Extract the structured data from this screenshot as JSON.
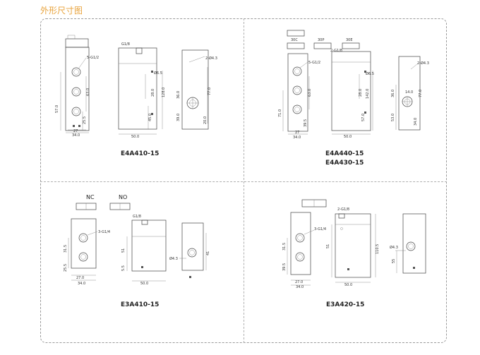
{
  "header": {
    "title": "外形尺寸图"
  },
  "panels": [
    {
      "id": "e4a410",
      "caption": "E4A410-15",
      "dims": {
        "port_label": "5-G1/2",
        "pilot_port": "G1/8",
        "mount_holes": "2-Ø4.3",
        "overall_height": "57.0",
        "port_pitch": "63.0",
        "bottom_offset": "25.5",
        "width_inner": "27",
        "width_outer": "34.0",
        "body_width": "50.0",
        "pitch_a": "28.0",
        "body_length": "128.0",
        "pitch_b": "45.0",
        "hole_dia": "Ø6.5",
        "side_height": "36.0",
        "side_pitch": "39.0",
        "side_depth": "77.0",
        "side_offset": "20.0"
      }
    },
    {
      "id": "e4a440",
      "caption": "E4A440-15",
      "caption2": "E4A430-15",
      "symbols": {
        "s1": "30C",
        "s2": "30P",
        "s3": "30E"
      },
      "dims": {
        "port_label": "5-G1/2",
        "pilot_port": "2-G1/8",
        "mount_holes": "2-Ø4.3",
        "overall_height": "71.0",
        "port_pitch": "63.0",
        "bottom_offset": "39.5",
        "width_inner": "27",
        "width_outer": "34.0",
        "body_width": "50.0",
        "pitch_a": "28.0",
        "body_length": "142.0",
        "pitch_b": "57.0",
        "hole_dia": "Ø6.5",
        "side_height": "36.0",
        "side_pitch": "53.0",
        "side_depth": "77.0",
        "side_offset": "34.0",
        "side_dia": "14.0"
      }
    },
    {
      "id": "e3a410",
      "caption": "E3A410-15",
      "symbols": {
        "s1": "NC",
        "s2": "NO"
      },
      "dims": {
        "port_label": "3-G1/4",
        "pilot_port": "G1/8",
        "mount_holes": "Ø4.3",
        "overall_height": "31.5",
        "bottom_offset": "25.5",
        "width_inner": "27.0",
        "width_outer": "34.0",
        "body_width": "50.0",
        "body_length": "51",
        "pitch_b": "5.5",
        "side_depth": "41"
      }
    },
    {
      "id": "e3a420",
      "caption": "E3A420-15",
      "dims": {
        "port_label": "3-G1/4",
        "pilot_port": "2-G1/8",
        "mount_holes": "Ø4.3",
        "overall_height": "31.5",
        "bottom_offset": "39.5",
        "width_inner": "27.0",
        "width_outer": "34.0",
        "body_width": "50.0",
        "body_length": "110.5",
        "pitch_b": "51",
        "side_height": "55"
      }
    }
  ]
}
